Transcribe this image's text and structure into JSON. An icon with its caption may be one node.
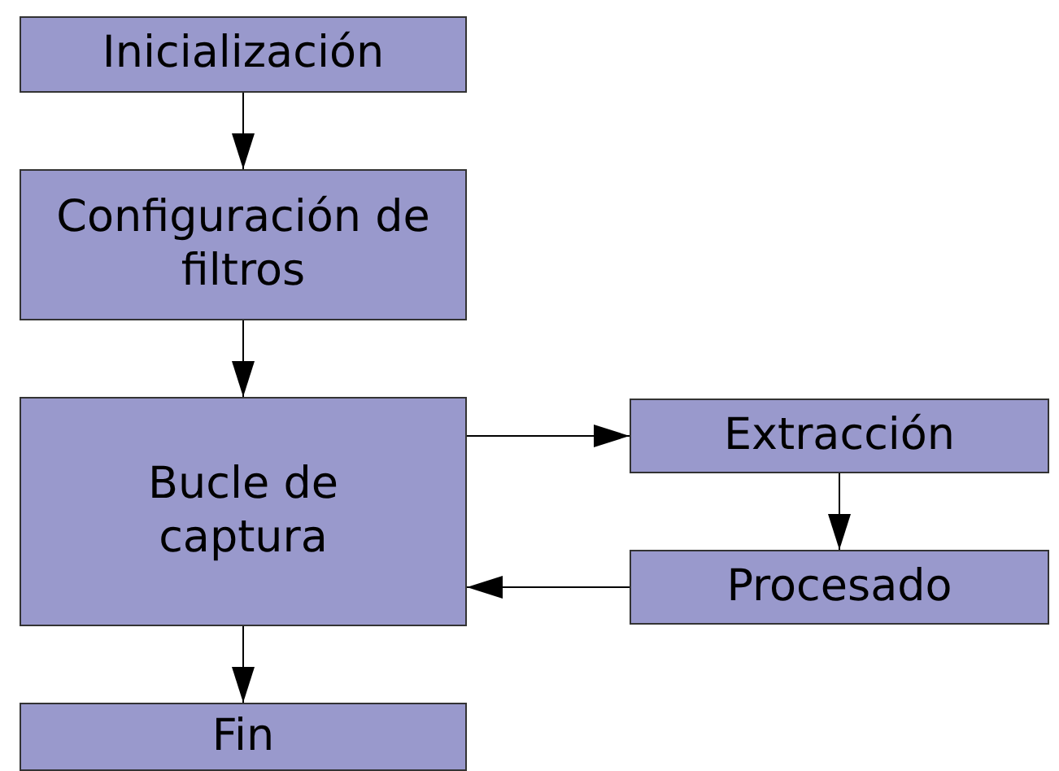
{
  "diagram": {
    "nodes": [
      {
        "text": [
          "Inicialización"
        ]
      },
      {
        "text": [
          "Configuración de filtros"
        ]
      },
      {
        "text": [
          "Bucle de captura"
        ]
      },
      {
        "text": [
          "Extracción"
        ]
      },
      {
        "text": [
          "Procesado"
        ]
      },
      {
        "text": [
          "Fin"
        ]
      }
    ],
    "edges": [
      {
        "from": 0,
        "to": 1,
        "arrow": "to"
      },
      {
        "from": 1,
        "to": 2,
        "arrow": "to"
      },
      {
        "from": 2,
        "to": 3,
        "arrow": "to"
      },
      {
        "from": 3,
        "to": 4,
        "arrow": "to"
      },
      {
        "from": 4,
        "to": 2,
        "arrow": "to"
      },
      {
        "from": 2,
        "to": 5,
        "arrow": "to"
      }
    ]
  }
}
